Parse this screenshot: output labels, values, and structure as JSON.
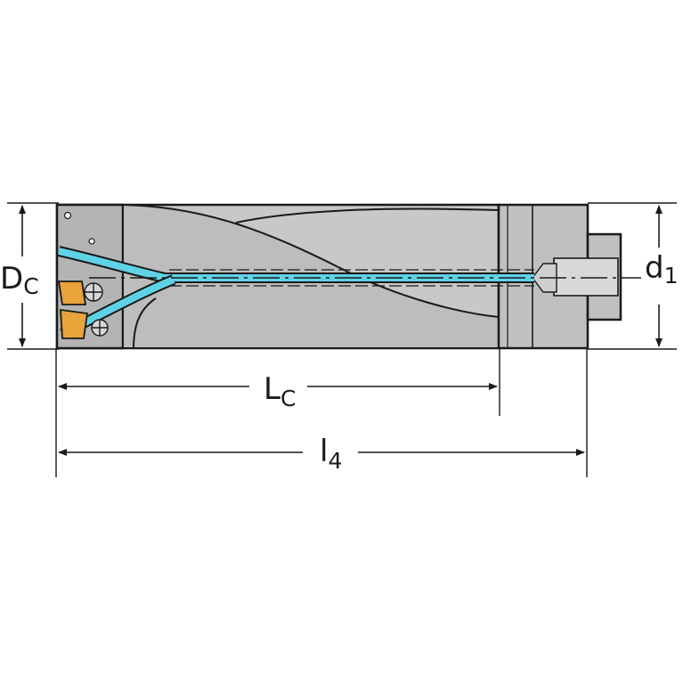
{
  "dimensions": {
    "cutting_diameter": {
      "symbol": "D",
      "subscript": "C"
    },
    "shank_diameter": {
      "symbol": "d",
      "subscript": "1"
    },
    "cutting_length": {
      "symbol": "L",
      "subscript": "C"
    },
    "functional_length": {
      "symbol": "l",
      "subscript": "4"
    }
  },
  "colors": {
    "body": "#c8c8c8",
    "body_dark": "#a8a8a8",
    "coolant": "#5fd3e6",
    "insert": "#e8a33a",
    "outline": "#1a1a1a"
  }
}
